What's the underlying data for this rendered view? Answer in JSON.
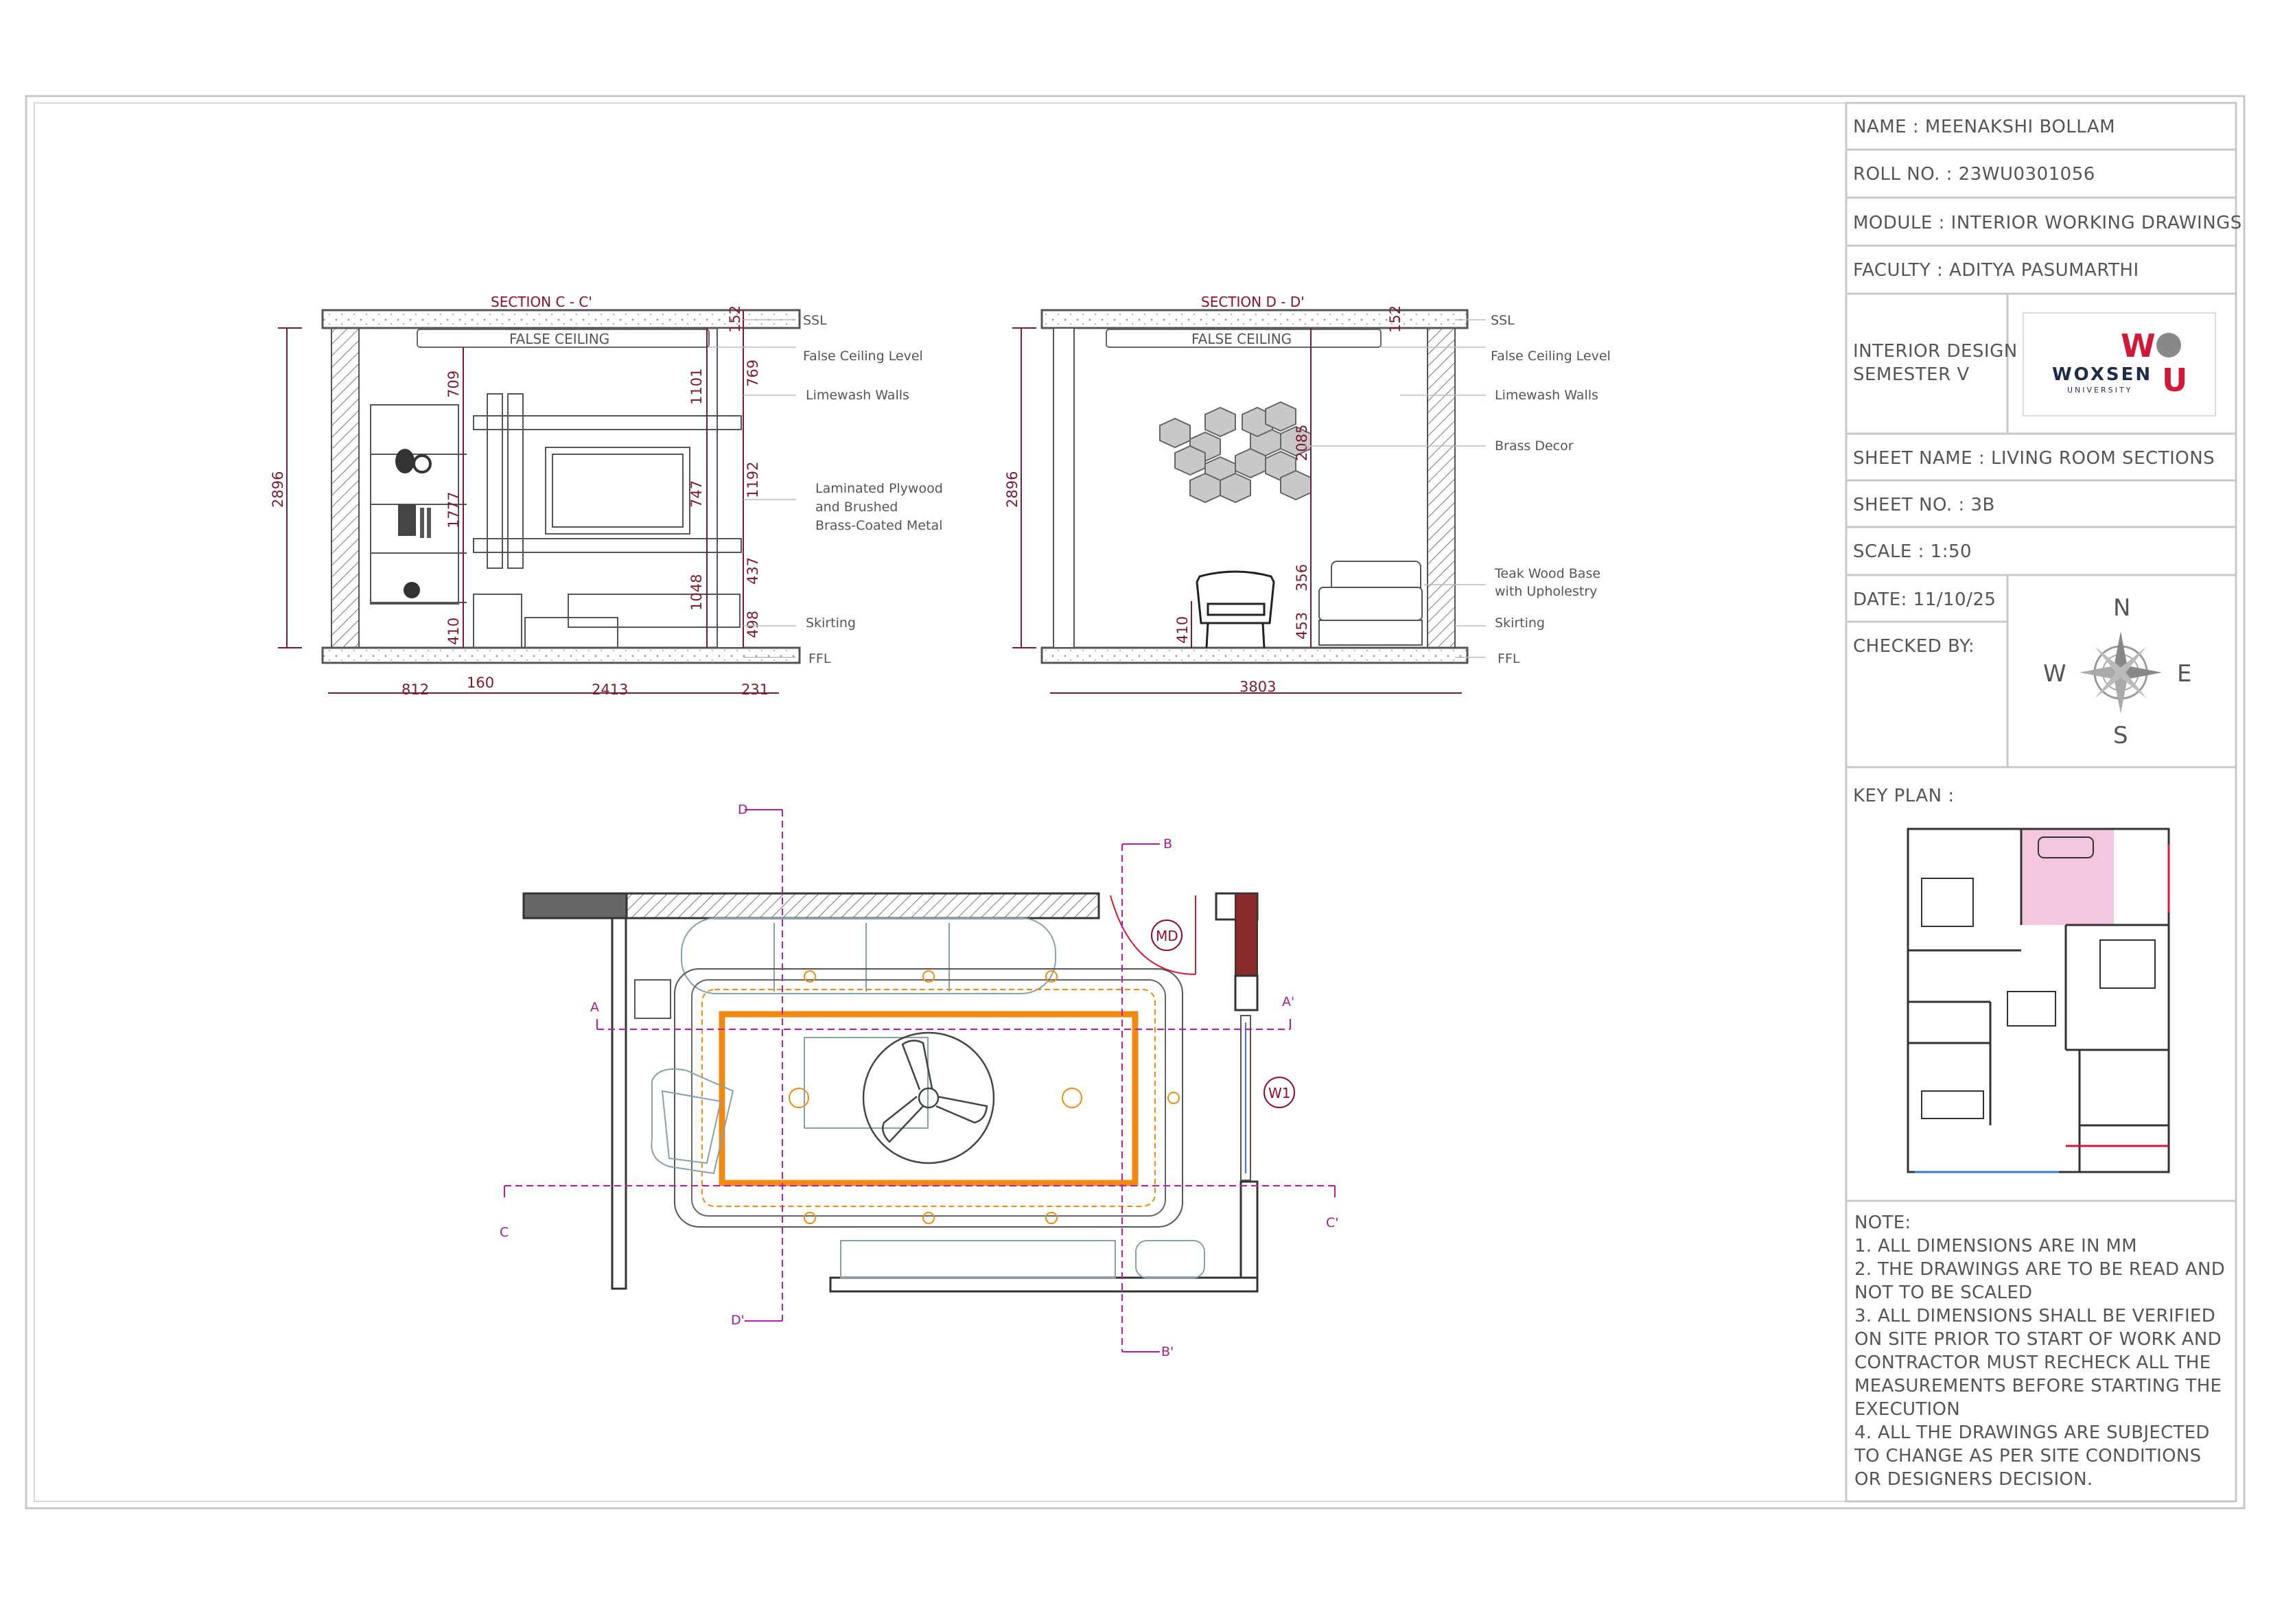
{
  "title_block": {
    "name": "NAME : MEENAKSHI BOLLAM",
    "roll_no": "ROLL NO. : 23WU0301056",
    "module": "MODULE : INTERIOR WORKING DRAWINGS",
    "faculty": "FACULTY : ADITYA PASUMARTHI",
    "course_line1": "INTERIOR DESIGN",
    "course_line2": "SEMESTER V",
    "logo_text": "WOXSEN",
    "logo_sub": "UNIVERSITY",
    "sheet_name": "SHEET NAME : LIVING ROOM SECTIONS",
    "sheet_no": "SHEET NO. : 3B",
    "scale": "SCALE : 1:50",
    "date": "DATE: 11/10/25",
    "checked_by": "CHECKED BY:",
    "key_plan": "KEY PLAN :",
    "compass": {
      "n": "N",
      "s": "S",
      "e": "E",
      "w": "W"
    },
    "notes": [
      "NOTE:",
      "1. ALL DIMENSIONS ARE IN MM",
      "2. THE DRAWINGS ARE TO BE READ AND",
      "NOT TO BE SCALED",
      "3. ALL DIMENSIONS SHALL BE VERIFIED",
      "ON SITE PRIOR TO START OF WORK AND",
      "CONTRACTOR MUST RECHECK ALL THE",
      "MEASUREMENTS BEFORE STARTING THE",
      "EXECUTION",
      "4. ALL THE DRAWINGS ARE SUBJECTED",
      "TO CHANGE AS PER SITE CONDITIONS",
      "OR DESIGNERS DECISION."
    ]
  },
  "section_cc": {
    "title": "SECTION C - C'",
    "false_ceiling": "FALSE CEILING",
    "height": "2896",
    "dims_vertical": [
      "709",
      "1777",
      "410",
      "152",
      "1101",
      "747",
      "1048",
      "769",
      "1192",
      "437",
      "498"
    ],
    "dims_horizontal": [
      "812",
      "160",
      "2413",
      "231"
    ],
    "labels": {
      "ssl": "SSL",
      "false_ceiling_level": "False Ceiling Level",
      "limewash": "Limewash Walls",
      "plywood_1": "Laminated Plywood",
      "plywood_2": "and Brushed",
      "plywood_3": "Brass-Coated Metal",
      "skirting": "Skirting",
      "ffl": "FFL"
    }
  },
  "section_dd": {
    "title": "SECTION D - D'",
    "false_ceiling": "FALSE CEILING",
    "height": "2896",
    "dims_vertical": [
      "152",
      "2085",
      "410",
      "356",
      "453"
    ],
    "dims_horizontal": [
      "3803"
    ],
    "labels": {
      "ssl": "SSL",
      "false_ceiling_level": "False Ceiling Level",
      "limewash": "Limewash Walls",
      "brass_decor": "Brass Decor",
      "teak_1": "Teak Wood Base",
      "teak_2": "with Upholestry",
      "skirting": "Skirting",
      "ffl": "FFL"
    }
  },
  "plan": {
    "section_marks": {
      "a": "A",
      "a2": "A'",
      "b": "B",
      "b2": "B'",
      "c": "C",
      "c2": "C'",
      "d": "D",
      "d2": "D'"
    },
    "tags": {
      "main_door": "MD",
      "window": "W1"
    }
  },
  "colors": {
    "section_line": "#b81fa8",
    "dimension": "#7a1c2c",
    "cove_light": "#f08a12",
    "highlight": "#f3c7dd"
  }
}
